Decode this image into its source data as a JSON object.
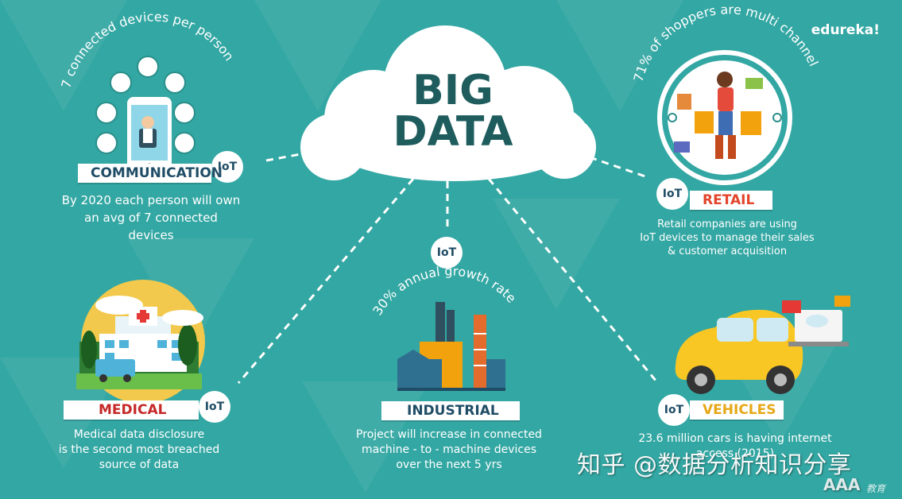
{
  "brand": "edureka!",
  "hub": {
    "line1": "BIG",
    "line2": "DATA"
  },
  "iot_badge": "IoT",
  "communication": {
    "arc_text": "7 connected devices per person",
    "label": "COMMUNICATION",
    "desc": [
      "By 2020 each person will own",
      "an avg of 7 connected",
      "devices"
    ]
  },
  "retail": {
    "arc_text": "71% of shoppers are multi channel",
    "label": "RETAIL",
    "desc": [
      "Retail companies are using",
      "IoT devices to manage their sales",
      "& customer acquisition"
    ]
  },
  "medical": {
    "label": "MEDICAL",
    "desc": [
      "Medical data disclosure",
      "is the second most breached",
      "source of data"
    ]
  },
  "industrial": {
    "arc_text": "30% annual growth rate",
    "label": "INDUSTRIAL",
    "desc": [
      "Project will increase in connected",
      "machine - to - machine devices",
      "over the next 5 yrs"
    ]
  },
  "vehicles": {
    "label": "VEHICLES",
    "desc": [
      "23.6 million cars is having internet",
      "access (2015)"
    ]
  },
  "watermark": {
    "main": "知乎 @数据分析知识分享",
    "corner": "AAA",
    "corner_sub": "教育"
  },
  "colors": {
    "background": "#33a7a3",
    "hub_text": "#1f5c5e",
    "communication": "#1f4d66",
    "retail": "#e2452c",
    "medical": "#c62828",
    "industrial": "#1f4d66",
    "vehicles": "#e6a817"
  }
}
